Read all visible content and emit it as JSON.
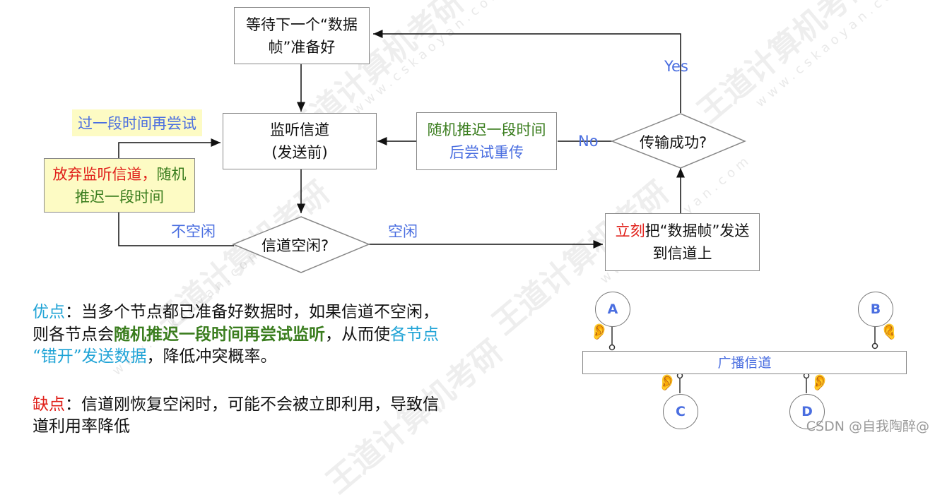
{
  "flow": {
    "wait_box": "等待下一个“数据帧”准备好",
    "listen_box_line1": "监听信道",
    "listen_box_line2": "(发送前)",
    "retry_label": "过一段时间再尝试",
    "giveup_part1": "放弃监听信道，",
    "giveup_part2": "随",
    "giveup_part3": "机推迟一段时间",
    "idle_q": "信道空闲?",
    "not_idle": "不空闲",
    "idle": "空闲",
    "send_part1": "立刻",
    "send_part2": "把“数据帧”发送到信道上",
    "success_q": "传输成功?",
    "yes": "Yes",
    "no": "No",
    "backoff_part1": "随机推迟一段时",
    "backoff_part2": "间",
    "backoff_part3": "后尝试重传"
  },
  "notes": {
    "adv_label": "优点",
    "adv_text1": "：当多个节点都已准备好数据时，如果信道不空闲，",
    "adv_text2a": "则各节点会",
    "adv_text2b": "随机推迟一段时间再尝试监听",
    "adv_text2c": "，从而使",
    "adv_text2d": "各节点",
    "adv_text3a": "“错开”发送数据",
    "adv_text3b": "，降低冲突概率。",
    "dis_label": "缺点",
    "dis_text1": "：信道刚恢复空闲时，可能不会被立即利用，导致信",
    "dis_text2": "道利用率降低"
  },
  "bus": {
    "channel": "广播信道",
    "nodes": [
      "A",
      "B",
      "C",
      "D"
    ]
  },
  "watermark": {
    "cn": "王道计算机考研",
    "url": "www.cskaoyan.com",
    "csdn": "CSDN @自我陶醉@"
  }
}
